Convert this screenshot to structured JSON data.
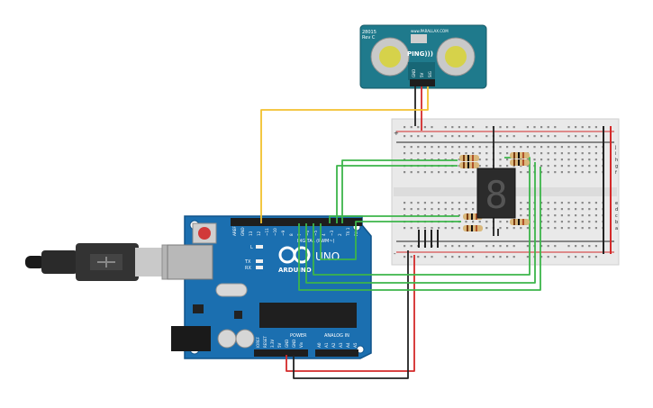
{
  "sensor": {
    "model": "28015",
    "rev": "Rev C",
    "url": "www.PARALLAX.COM",
    "brand": "PING)))",
    "pins": [
      "GND",
      "5V",
      "SIG"
    ]
  },
  "arduino": {
    "logo_text": "ARDUINO",
    "model": "UNO",
    "digital_label": "DIGITAL (PWM~)",
    "power_label": "POWER",
    "analog_label": "ANALOG IN",
    "led_l": "L",
    "led_tx": "TX",
    "led_rx": "RX",
    "digital_pins": [
      "AREF",
      "GND",
      "13",
      "12",
      "~11",
      "~10",
      "~9",
      "8",
      "7",
      "~6",
      "~5",
      "4",
      "~3",
      "2",
      "TX 1",
      "RX 0"
    ],
    "power_pins": [
      "IOREF",
      "RESET",
      "3.3V",
      "5V",
      "GND",
      "GND",
      "Vin"
    ],
    "analog_pins": [
      "A0",
      "A1",
      "A2",
      "A3",
      "A4",
      "A5"
    ]
  },
  "breadboard": {
    "row_letters_top": [
      "j",
      "i",
      "h",
      "g",
      "f"
    ],
    "row_letters_bottom": [
      "e",
      "d",
      "c",
      "b",
      "a"
    ],
    "plus": "+",
    "minus": "-"
  },
  "display": {
    "digit": "8"
  },
  "colors": {
    "board": "#1b6fb0",
    "board_dark": "#10548a",
    "sensor_pcb": "#1f7a8c",
    "wire_green": "#3cb54a",
    "wire_yellow": "#f2c12e",
    "wire_red": "#d42a2a",
    "wire_black": "#222222",
    "breadboard": "#e9e9e9"
  }
}
